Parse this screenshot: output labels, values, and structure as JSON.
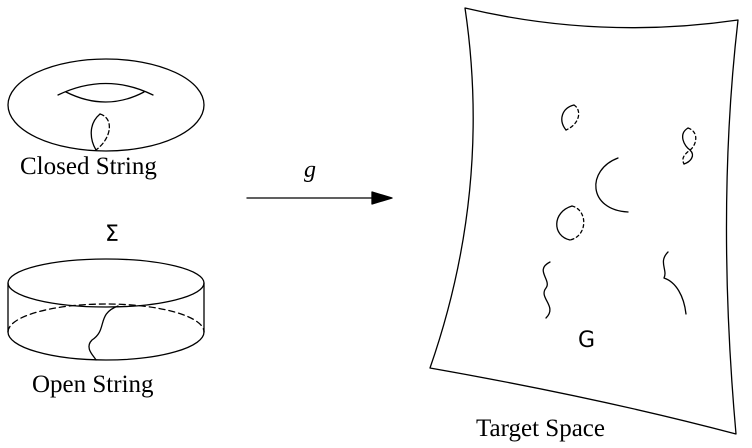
{
  "labels": {
    "closed_string": "Closed String",
    "open_string": "Open String",
    "sigma": "Σ",
    "map": "g",
    "group": "G",
    "target_space": "Target Space"
  }
}
